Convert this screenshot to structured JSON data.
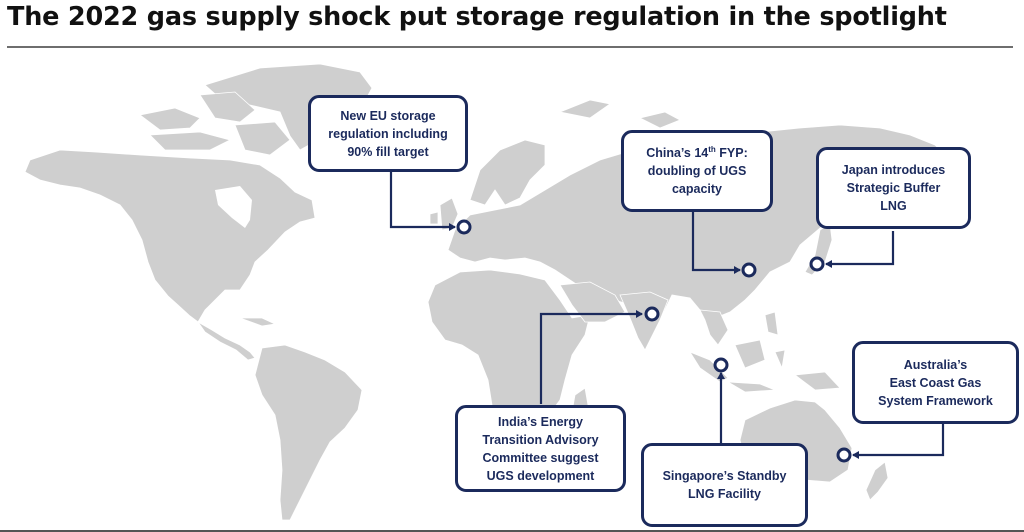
{
  "header": {
    "title": "The 2022 gas supply shock put storage regulation in the spotlight"
  },
  "map": {
    "land_color": "#cfcfcf",
    "border_color": "#ffffff",
    "accent_color": "#1b2a5c"
  },
  "callouts": [
    {
      "id": "eu",
      "lines": [
        "New EU storage",
        "regulation including",
        "90% fill target"
      ],
      "location": "Europe"
    },
    {
      "id": "china",
      "lines_prefix": "China’s 14",
      "superscript": "th",
      "lines_suffix": " FYP:",
      "lines": [
        "doubling of UGS",
        "capacity"
      ],
      "location": "China"
    },
    {
      "id": "japan",
      "lines": [
        "Japan introduces",
        "Strategic Buffer",
        "LNG"
      ],
      "location": "Japan"
    },
    {
      "id": "india",
      "lines": [
        "India’s Energy",
        "Transition Advisory",
        "Committee suggest",
        "UGS development"
      ],
      "location": "India"
    },
    {
      "id": "singapore",
      "lines": [
        "Singapore’s Standby",
        "LNG Facility"
      ],
      "location": "Singapore"
    },
    {
      "id": "australia",
      "lines": [
        "Australia’s",
        "East Coast Gas",
        "System Framework"
      ],
      "location": "Australia"
    }
  ]
}
